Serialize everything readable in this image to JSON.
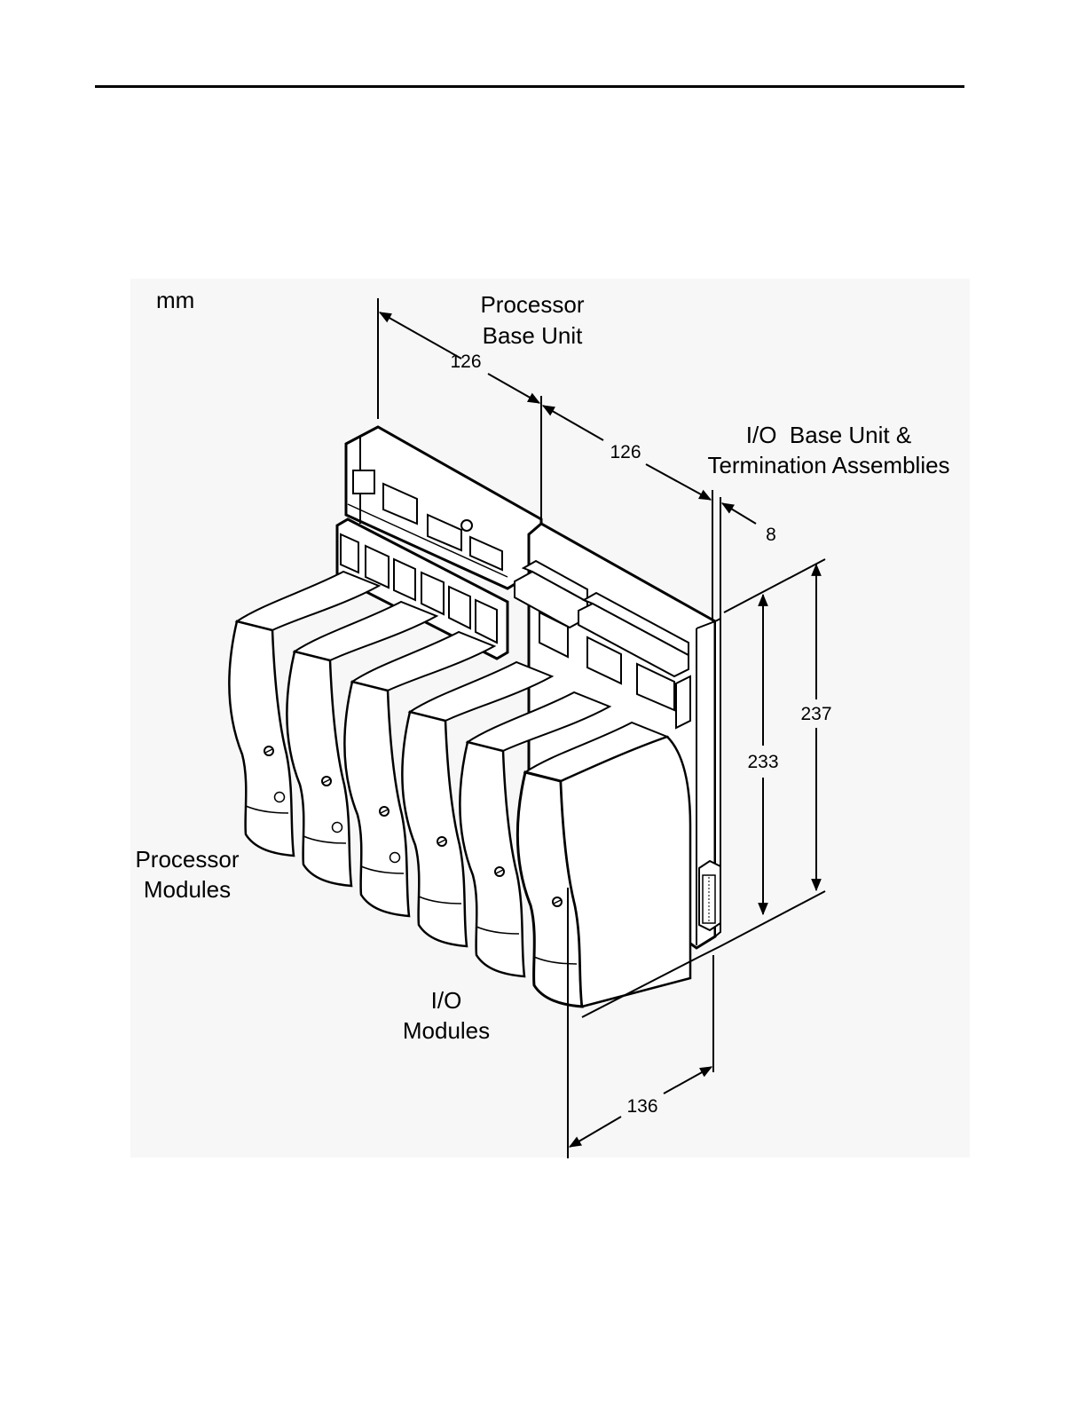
{
  "units": "mm",
  "labels": {
    "processor_base_unit": [
      "Processor",
      "Base Unit"
    ],
    "io_base_unit": [
      "I/O  Base Unit &",
      "Termination Assemblies"
    ],
    "processor_modules": [
      "Processor",
      "Modules"
    ],
    "io_modules": [
      "I/O",
      "Modules"
    ]
  },
  "dimensions": {
    "processor_base_width": "126",
    "io_base_width": "126",
    "termination_thickness": "8",
    "overall_height": "237",
    "module_height": "233",
    "depth": "136"
  },
  "modules": {
    "processor_count": 3,
    "io_count": 3
  }
}
